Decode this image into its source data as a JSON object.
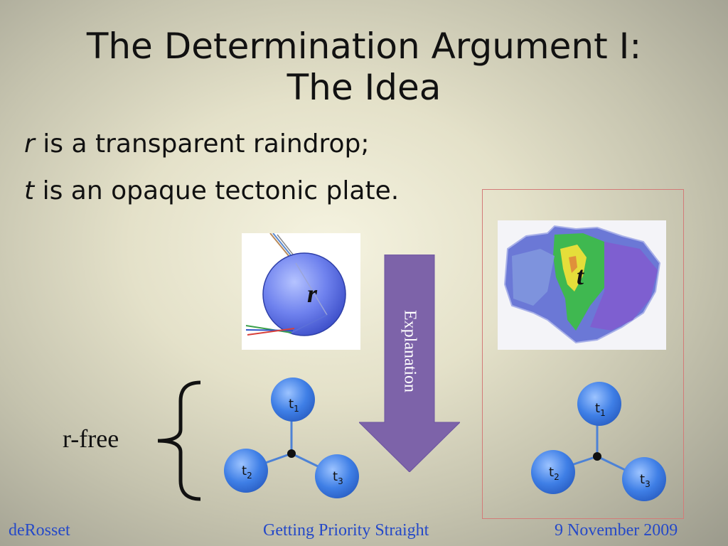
{
  "slide": {
    "title_line1": "The Determination Argument I:",
    "title_line2": "The Idea",
    "bullets": [
      {
        "var": "r",
        "text": " is a transparent raindrop;"
      },
      {
        "var": "t",
        "text": " is an opaque tectonic plate."
      }
    ],
    "raindrop_label": "r",
    "plate_label": "t",
    "arrow_label": "Explanation",
    "rfree_label": "r-free",
    "tree_left": {
      "n1": "t",
      "s1": "1",
      "n2": "t",
      "s2": "2",
      "n3": "t",
      "s3": "3"
    },
    "tree_right": {
      "n1": "t",
      "s1": "1",
      "n2": "t",
      "s2": "2",
      "n3": "t",
      "s3": "3"
    }
  },
  "footer": {
    "left": "deRosset",
    "center": "Getting Priority Straight",
    "right": "9 November 2009"
  },
  "colors": {
    "footer_text": "#2549c8",
    "arrow_fill": "#7d63a9",
    "node_fill": "#3f7fe6",
    "box_border": "#d37b78"
  }
}
